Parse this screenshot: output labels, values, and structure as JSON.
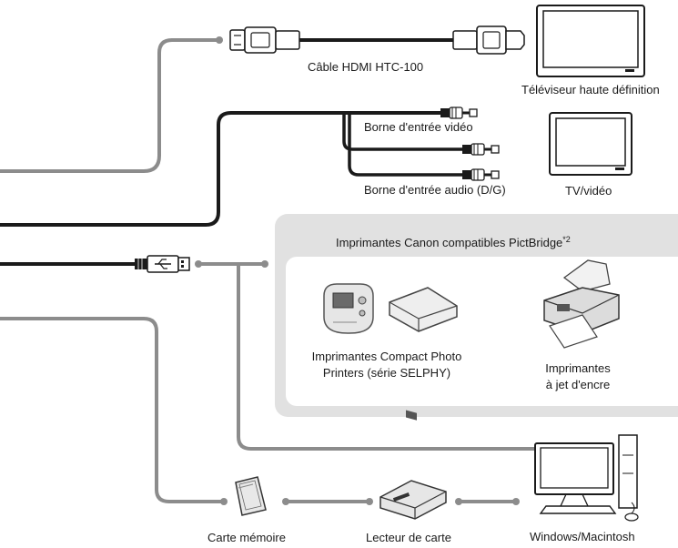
{
  "labels": {
    "hdmi_cable": "Câble HDMI HTC-100",
    "hd_tv": "Téléviseur haute définition",
    "video_input": "Borne d'entrée vidéo",
    "audio_input": "Borne d'entrée audio (D/G)",
    "tv_video": "TV/vidéo",
    "pictbridge_title": "Imprimantes Canon compatibles PictBridge",
    "pictbridge_note": "*2",
    "selphy_line1": "Imprimantes Compact Photo",
    "selphy_line2": "Printers (série SELPHY)",
    "inkjet_line1": "Imprimantes",
    "inkjet_line2": "à jet d'encre",
    "memory_card": "Carte mémoire",
    "card_reader": "Lecteur de carte",
    "computer": "Windows/Macintosh"
  }
}
